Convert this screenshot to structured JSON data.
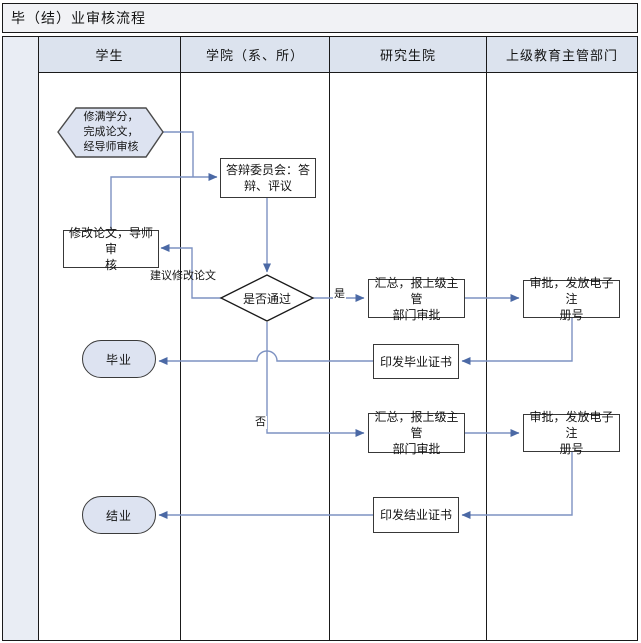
{
  "title": "毕（结）业审核流程",
  "lanes": [
    {
      "label": "学生"
    },
    {
      "label": "学院（系、所）"
    },
    {
      "label": "研究生院"
    },
    {
      "label": "上级教育主管部门"
    }
  ],
  "nodes": {
    "credits": {
      "label": "修满学分，\n完成论文，\n经导师审核",
      "shape": "hexagon"
    },
    "defense": {
      "label": "答辩委员会：答\n辩、评议",
      "shape": "rect"
    },
    "revise": {
      "label": "修改论文，导师审\n核",
      "shape": "rect"
    },
    "decision": {
      "label": "是否通过",
      "shape": "diamond"
    },
    "report1": {
      "label": "汇总，报上级主管\n部门审批",
      "shape": "rect"
    },
    "approve1": {
      "label": "审批，发放电子注\n册号",
      "shape": "rect"
    },
    "issue_grad": {
      "label": "印发毕业证书",
      "shape": "rect"
    },
    "graduate": {
      "label": "毕业",
      "shape": "terminal"
    },
    "report2": {
      "label": "汇总，报上级主管\n部门审批",
      "shape": "rect"
    },
    "approve2": {
      "label": "审批，发放电子注\n册号",
      "shape": "rect"
    },
    "issue_compl": {
      "label": "印发结业证书",
      "shape": "rect"
    },
    "completion": {
      "label": "结业",
      "shape": "terminal"
    }
  },
  "edge_labels": {
    "suggest_revision": "建议修改论文",
    "yes": "是",
    "no": "否"
  },
  "colors": {
    "connector": "#7d92c2",
    "arrowhead": "#4b69a5",
    "terminal_fill": "#dde3f1",
    "lane_header_fill": "#dce3ee",
    "stage_column_fill": "#e9edf4",
    "title_fill": "#f1f2f5",
    "border": "#1a1a1a"
  }
}
